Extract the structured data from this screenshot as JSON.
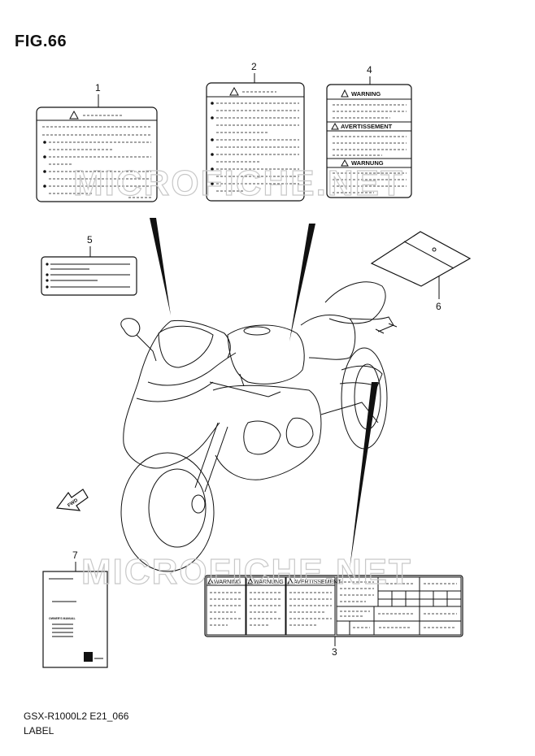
{
  "figure_title": "FIG.66",
  "footer": {
    "code": "GSX-R1000L2 E21_066",
    "label": "LABEL"
  },
  "watermark": "MICROFICHE.NET",
  "callouts": [
    "1",
    "2",
    "3",
    "4",
    "5",
    "6",
    "7"
  ],
  "label4": {
    "warning_1": "WARNING",
    "warning_2": "AVERTISSEMENT",
    "warning_3": "WARNUNG"
  },
  "label3": {
    "panel_1": "WARNING",
    "panel_2": "WARNUNG",
    "panel_3": "AVERTISSEMENT"
  },
  "label7": {
    "manual_title": "OWNER'S MANUAL"
  },
  "fwd_arrow": "FWD",
  "colors": {
    "line": "#111111",
    "watermark": "#c8c8c8"
  }
}
